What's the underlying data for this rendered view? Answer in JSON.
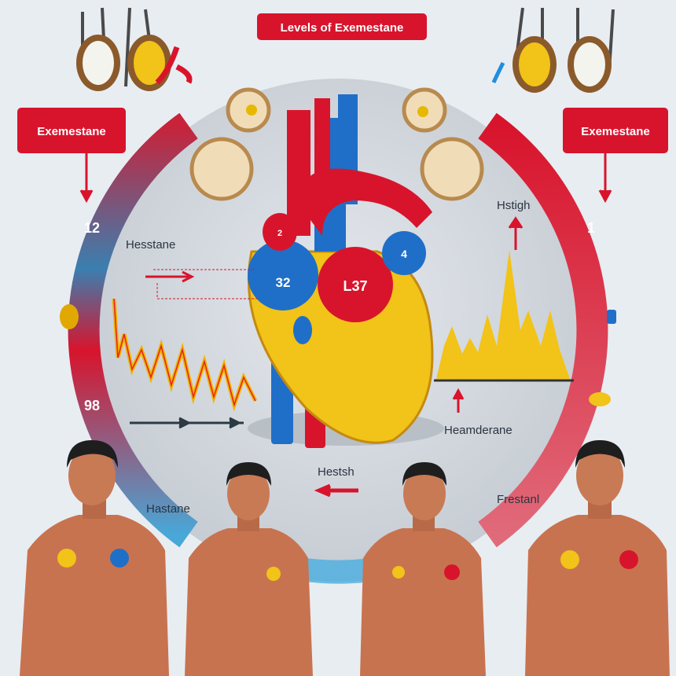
{
  "title": "Levels of Exemestane",
  "callouts": {
    "left": "Exemestane",
    "right": "Exemestane"
  },
  "ring_values": {
    "left_top": "12",
    "right_top": "1",
    "left_bottom": "98"
  },
  "labels": {
    "hesstane": "Hesstane",
    "hstigh": "Hstigh",
    "heamderane": "Heamderane",
    "hestsh": "Hestsh",
    "hastane": "Hastane",
    "frestanl": "Frestanl"
  },
  "heart": {
    "chamber_left": "32",
    "chamber_center": "L37",
    "top_left": "2",
    "top_right": "4"
  },
  "colors": {
    "red": "#d8142c",
    "blue": "#1f6fc8",
    "yellow": "#f2c318",
    "skin": "#c8734f"
  }
}
